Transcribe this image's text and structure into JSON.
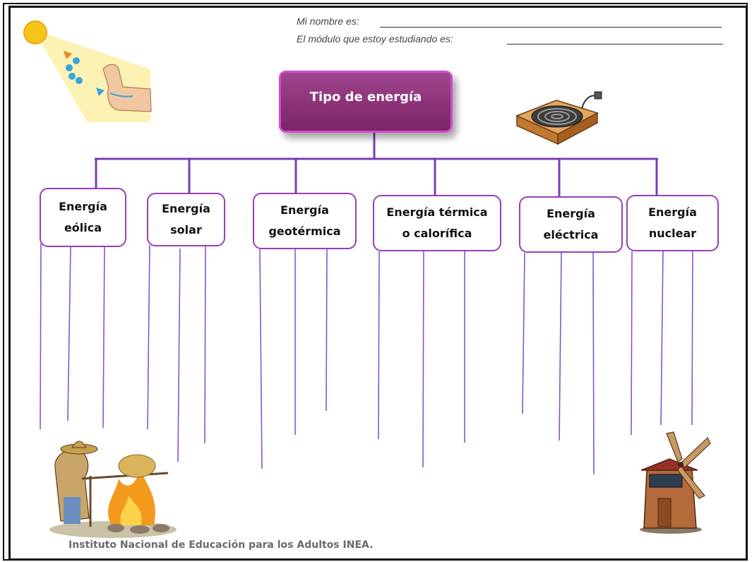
{
  "header": {
    "name_label": "Mi nombre es:",
    "module_label": "El módulo que estoy estudiando  es:"
  },
  "root": {
    "label": "Tipo de energía"
  },
  "categories": [
    {
      "line1": "Energía",
      "line2": "eólica"
    },
    {
      "line1": "Energía",
      "line2": "solar"
    },
    {
      "line1": "Energía",
      "line2": "geotérmica"
    },
    {
      "line1": "Energía térmica",
      "line2": "o calorífica"
    },
    {
      "line1": "Energía",
      "line2": "eléctrica"
    },
    {
      "line1": "Energía",
      "line2": "nuclear"
    }
  ],
  "footer": {
    "text": "Instituto Nacional de Educación para los Adultos INEA."
  },
  "illustrations": [
    "sun-arm-illustration",
    "electric-stove-illustration",
    "campfire-roasting-illustration",
    "windmill-illustration"
  ],
  "colors": {
    "accent": "#8b3076",
    "line": "#7b3fb0",
    "box_border": "#9b3db6",
    "title_border": "#d24bd0"
  }
}
